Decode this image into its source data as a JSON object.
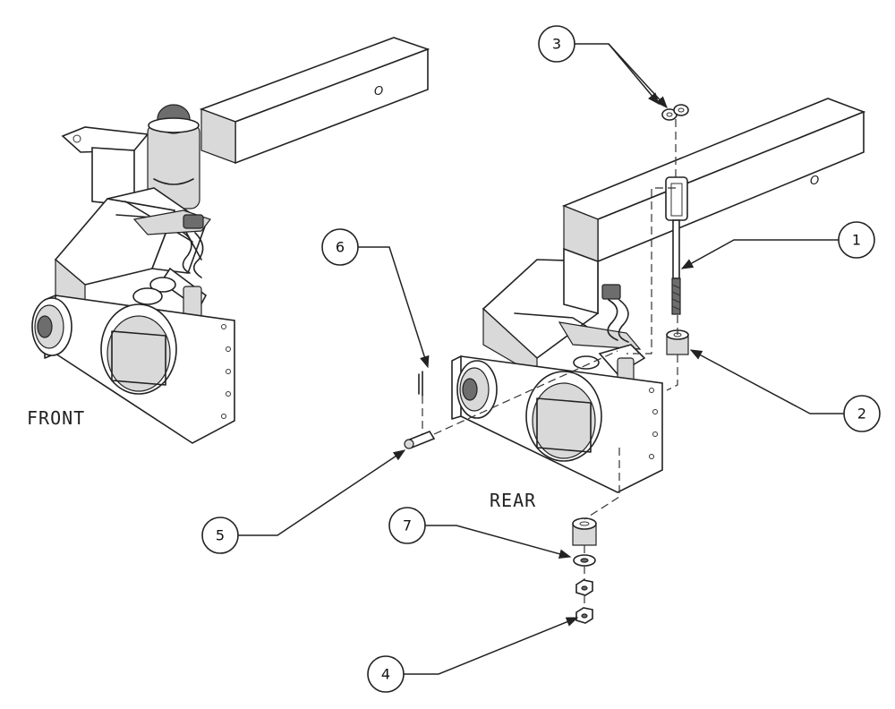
{
  "views": {
    "front": "FRONT",
    "rear": "REAR"
  },
  "callouts": [
    "1",
    "2",
    "3",
    "4",
    "5",
    "6",
    "7"
  ],
  "beam_marks": [
    "O",
    "O"
  ]
}
